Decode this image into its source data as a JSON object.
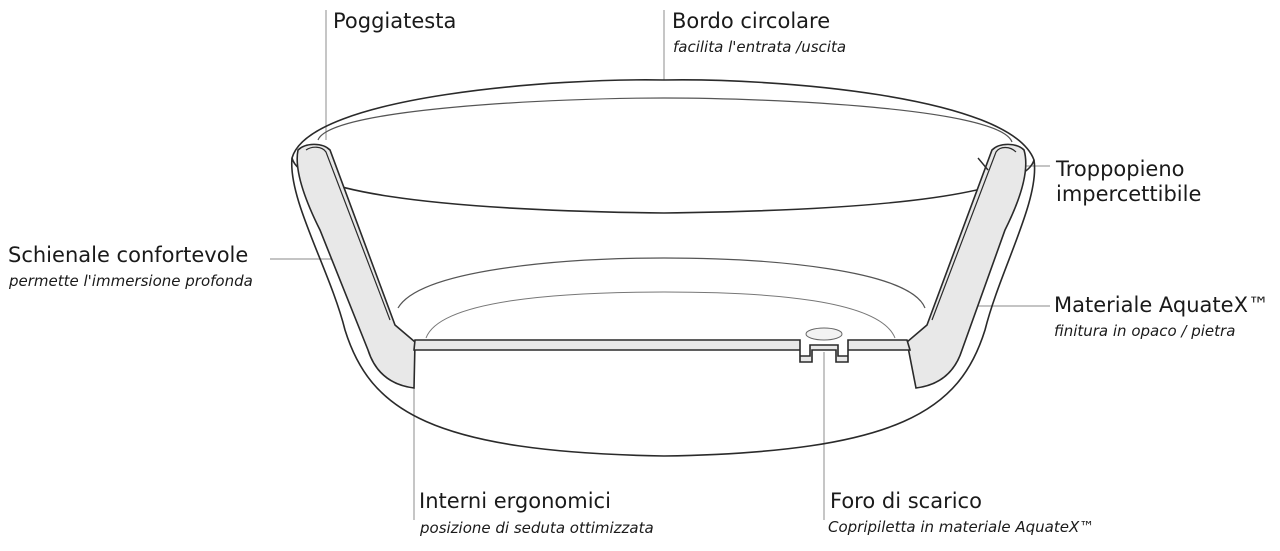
{
  "labels": {
    "headrest": {
      "title": "Poggiatesta"
    },
    "rim": {
      "title": "Bordo circolare",
      "subtitle": "facilita l'entrata /uscita"
    },
    "overflow": {
      "title_line1": "Troppopieno",
      "title_line2": "impercettibile"
    },
    "backrest": {
      "title": "Schienale confortevole",
      "subtitle": "permette l'immersione profonda"
    },
    "material": {
      "title": "Materiale AquateX™",
      "subtitle": "finitura in opaco / pietra"
    },
    "interior": {
      "title": "Interni ergonomici",
      "subtitle": "posizione di seduta ottimizzata"
    },
    "drain": {
      "title": "Foro di scarico",
      "subtitle": "Copripiletta in materiale AquateX™"
    }
  },
  "colors": {
    "line": "#2a2a2a",
    "leader": "#9a9a9a",
    "section_fill": "#e9e9e9",
    "text": "#1a1a1a"
  }
}
